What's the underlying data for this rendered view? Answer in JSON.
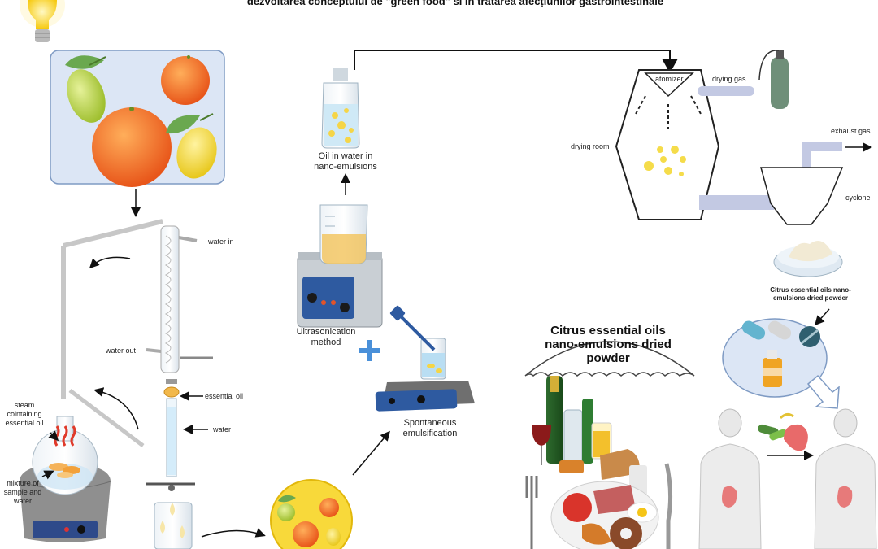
{
  "title": "dezvoltarea conceptului de \"green food\" si în tratarea afecțiunilor gastrointestinale",
  "labels": {
    "water_in": "water in",
    "water_out": "water out",
    "essential_oil": "essential oil",
    "water": "water",
    "steam": "steam\ncointaining\nessential oil",
    "mixture": "mixture of\nsample and\nwater",
    "oil_in_water": "Oil in water in\nnano-emulsions",
    "ultrasonication": "Ultrasonication\nmethod",
    "spontaneous": "Spontaneous\nemulsification",
    "atomizer": "atomizer",
    "drying_gas": "drying gas",
    "drying_room": "drying room",
    "exhaust_gas": "exhaust gas",
    "cyclone": "cyclone",
    "powder_small": "Citrus essential oils nano-\nemulsions dried powder",
    "powder_big": "Citrus essential oils\nnano-emulsions dried\npowder"
  },
  "colors": {
    "orange": "#f26a1b",
    "lemon": "#f3dc2a",
    "lime": "#b5cf3a",
    "leaf": "#6aa84f",
    "panel": "#dce6f5",
    "panel_border": "#7f9bc4",
    "pipe": "#c3c9e3",
    "plus": "#4a90d9"
  }
}
